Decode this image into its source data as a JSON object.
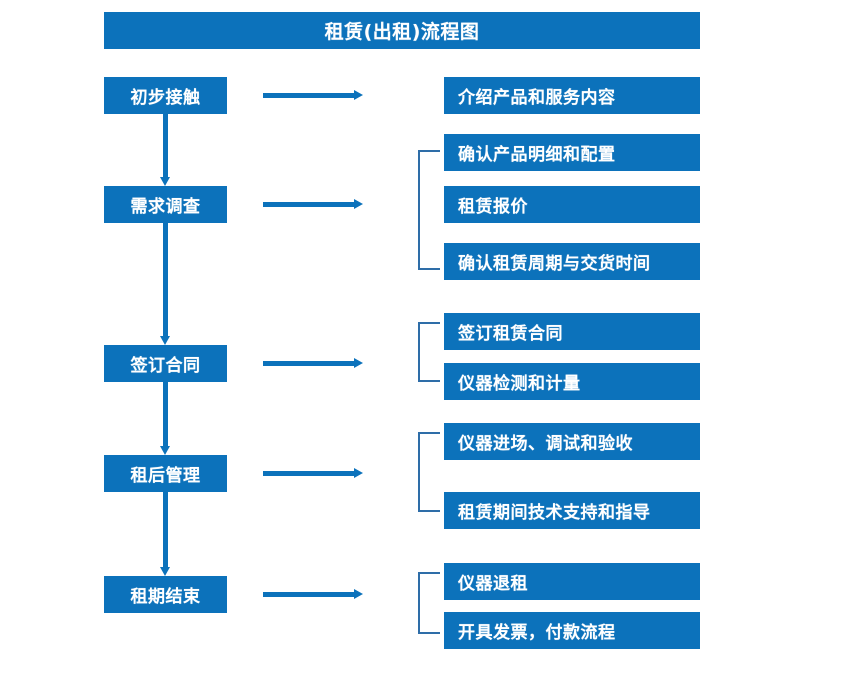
{
  "title": "租赁(出租)流程图",
  "colors": {
    "box_fill": "#0C72BB",
    "box_text": "#FFFFFF",
    "arrow": "#0C72BB",
    "bracket": "#2E6DA8",
    "background": "#FFFFFF"
  },
  "chart_data": {
    "type": "diagram",
    "title": "租赁(出租)流程图",
    "orientation": "vertical-with-side-details",
    "stages": [
      {
        "label": "初步接触",
        "details": [
          "介绍产品和服务内容"
        ],
        "bracketed": false
      },
      {
        "label": "需求调查",
        "details": [
          "确认产品明细和配置",
          "租赁报价",
          "确认租赁周期与交货时间"
        ],
        "bracketed": true
      },
      {
        "label": "签订合同",
        "details": [
          "签订租赁合同",
          "仪器检测和计量"
        ],
        "bracketed": true
      },
      {
        "label": "租后管理",
        "details": [
          "仪器进场、调试和验收",
          "租赁期间技术支持和指导"
        ],
        "bracketed": true
      },
      {
        "label": "租期结束",
        "details": [
          "仪器退租",
          "开具发票，付款流程"
        ],
        "bracketed": true
      }
    ]
  },
  "stages": [
    {
      "label": "初步接触"
    },
    {
      "label": "需求调查"
    },
    {
      "label": "签订合同"
    },
    {
      "label": "租后管理"
    },
    {
      "label": "租期结束"
    }
  ],
  "details": [
    {
      "label": "介绍产品和服务内容"
    },
    {
      "label": "确认产品明细和配置"
    },
    {
      "label": "租赁报价"
    },
    {
      "label": "确认租赁周期与交货时间"
    },
    {
      "label": "签订租赁合同"
    },
    {
      "label": "仪器检测和计量"
    },
    {
      "label": "仪器进场、调试和验收"
    },
    {
      "label": "租赁期间技术支持和指导"
    },
    {
      "label": "仪器退租"
    },
    {
      "label": "开具发票，付款流程"
    }
  ]
}
